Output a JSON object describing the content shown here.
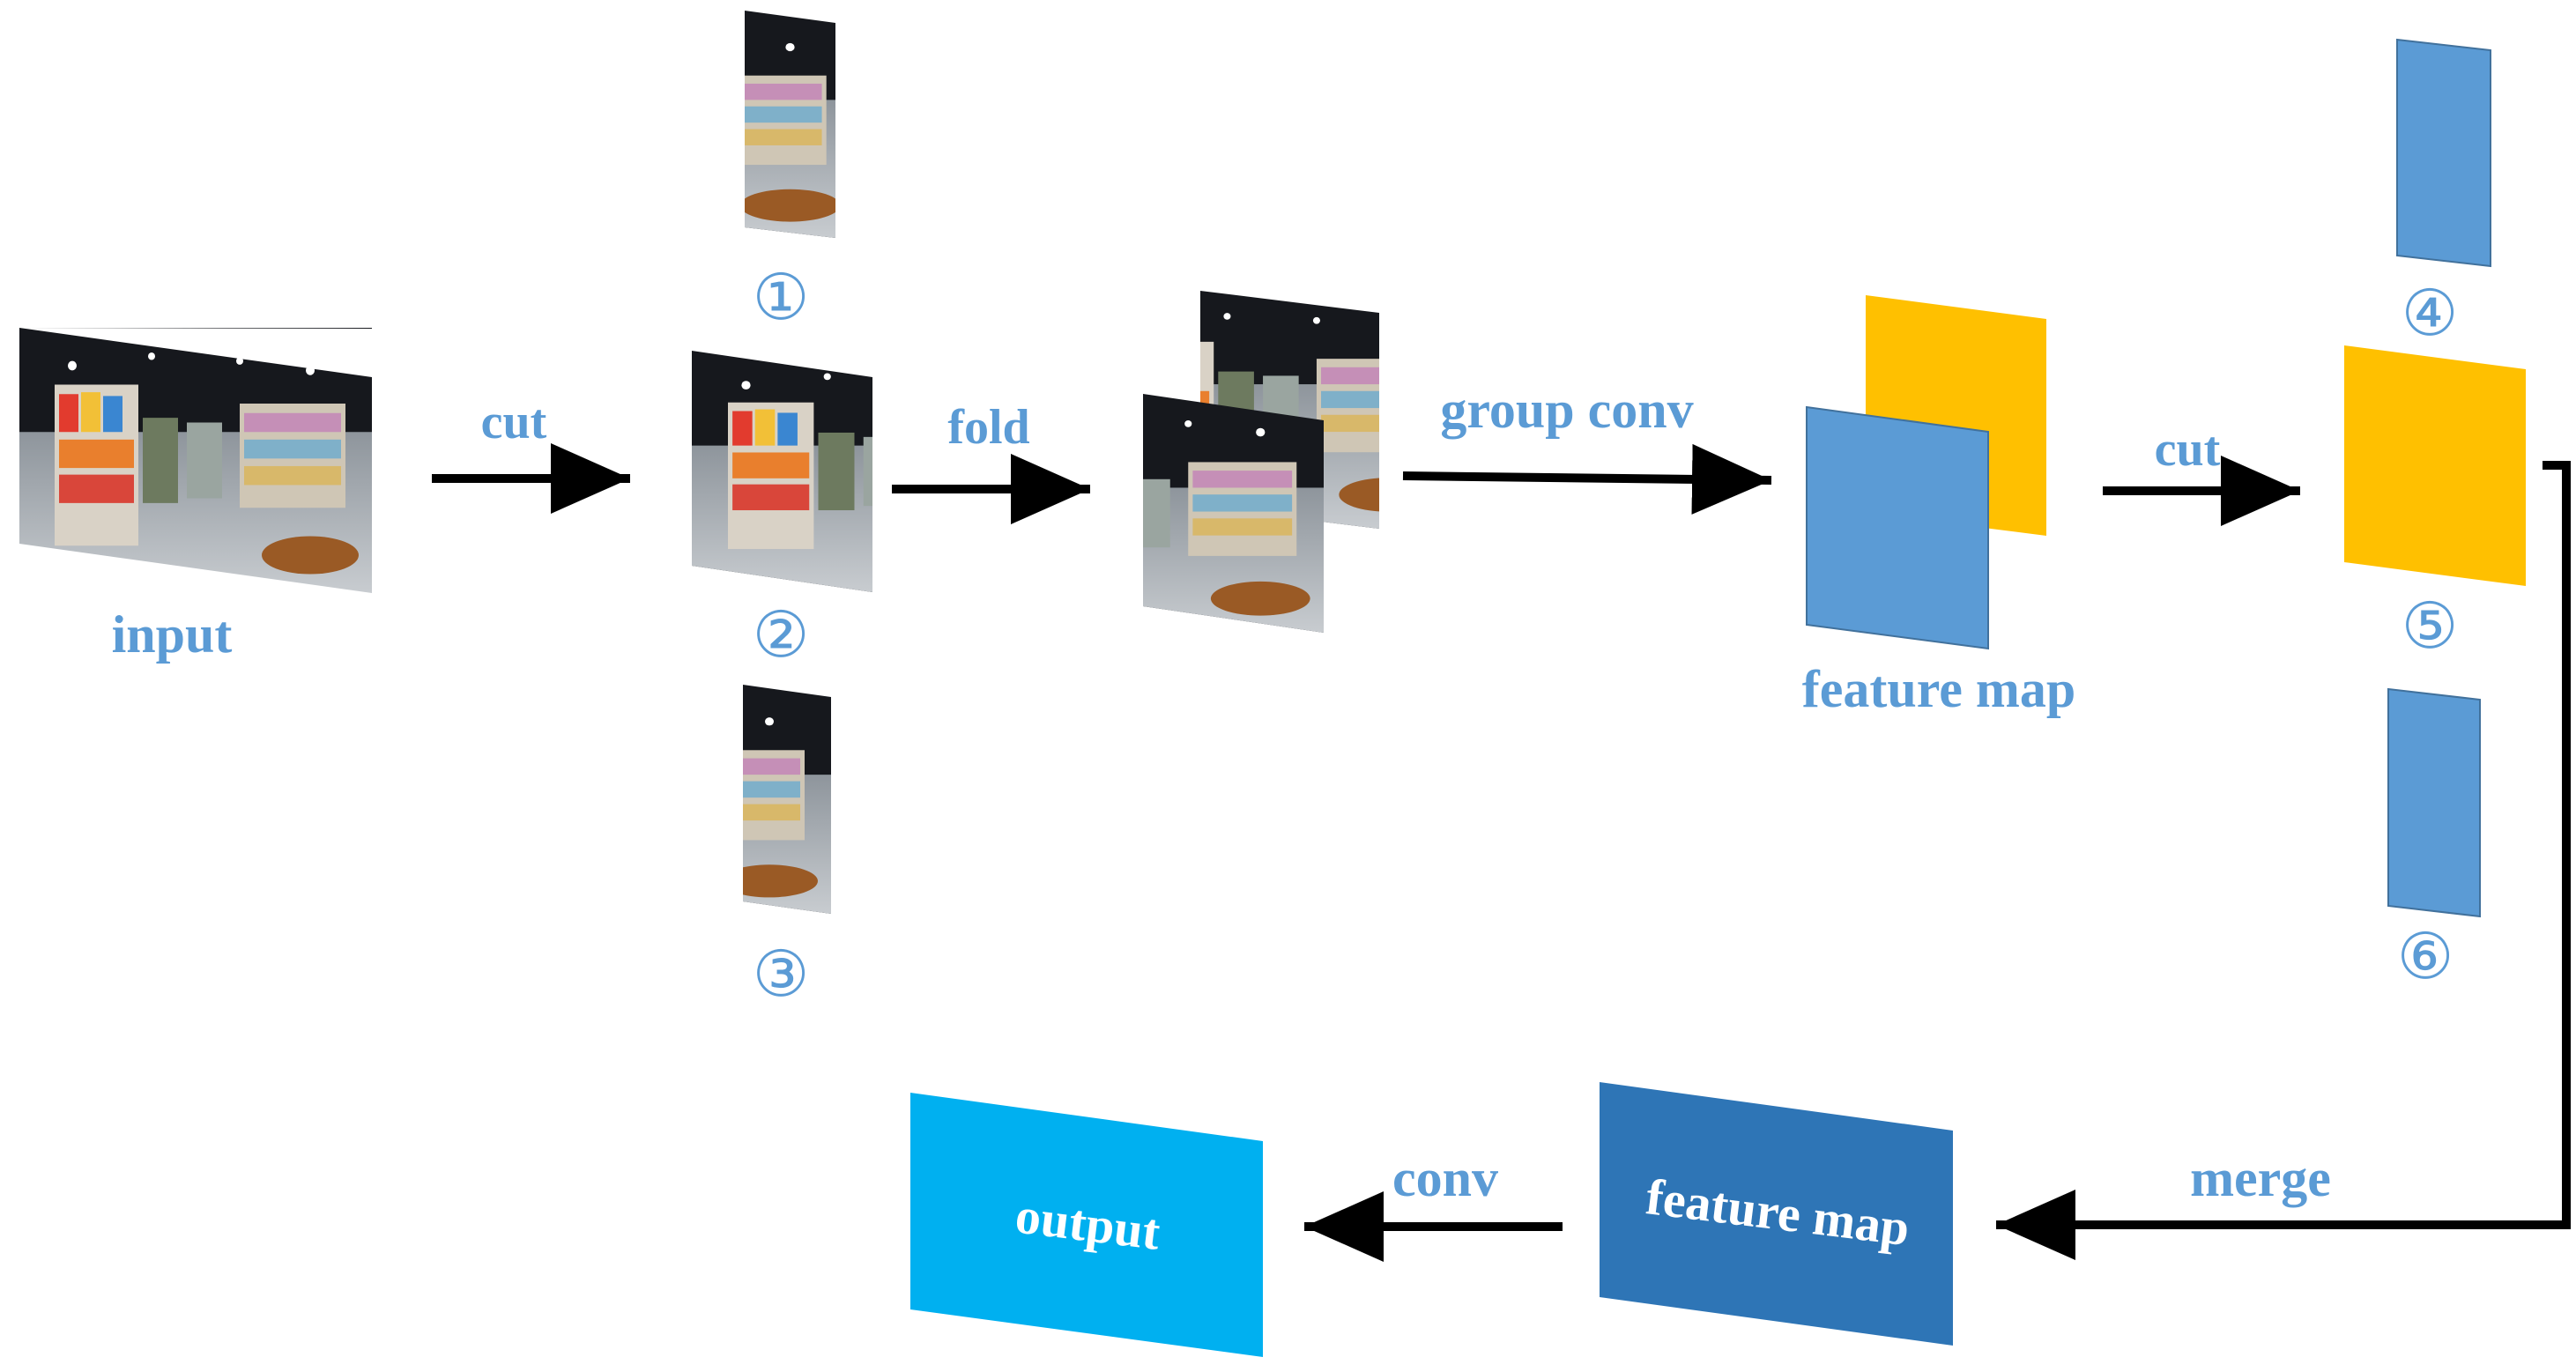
{
  "labels": {
    "input": "input",
    "cut1": "cut",
    "fold": "fold",
    "group_conv": "group conv",
    "feature_map_top": "feature map",
    "cut2": "cut",
    "merge": "merge",
    "feature_map_bottom": "feature map",
    "conv": "conv",
    "output": "output"
  },
  "markers": {
    "n1": "①",
    "n2": "②",
    "n3": "③",
    "n4": "④",
    "n5": "⑤",
    "n6": "⑥"
  },
  "colors": {
    "label_blue": "#5b9bd5",
    "panel_blue": "#5b9bd5",
    "panel_yellow": "#ffc000",
    "panel_dark_blue": "#2e75b6",
    "panel_cyan": "#00b0f0",
    "arrow": "#000000",
    "photo_dark": "#1d1f24"
  },
  "icons": {
    "arrow": "arrow-right-icon",
    "panorama": "panorama-photo-icon"
  }
}
